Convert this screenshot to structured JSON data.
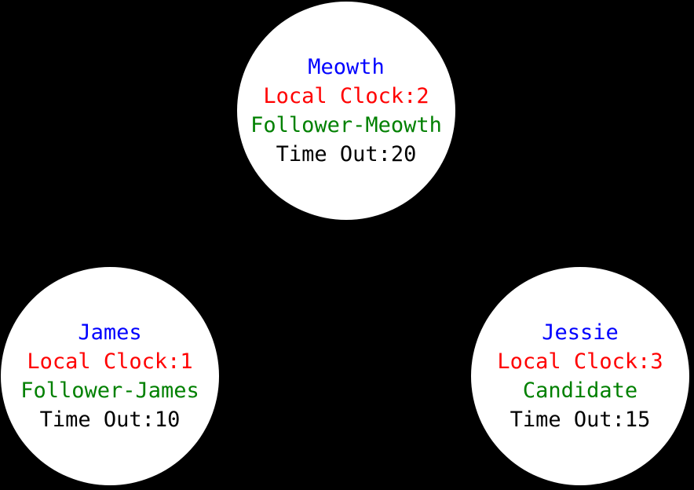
{
  "diagram": {
    "type": "consensus-node-graph",
    "background_color": "#000000",
    "node_fill_color": "#ffffff",
    "text_colors": {
      "name": "#0000ff",
      "local_clock": "#ff0000",
      "role": "#008000",
      "timeout": "#000000"
    }
  },
  "nodes": [
    {
      "id": "meowth",
      "name": "Meowth",
      "local_clock": "Local Clock:2",
      "role": "Follower-Meowth",
      "timeout": "Time Out:20"
    },
    {
      "id": "james",
      "name": "James",
      "local_clock": "Local Clock:1",
      "role": "Follower-James",
      "timeout": "Time Out:10"
    },
    {
      "id": "jessie",
      "name": "Jessie",
      "local_clock": "Local Clock:3",
      "role": "Candidate",
      "timeout": "Time Out:15"
    }
  ]
}
